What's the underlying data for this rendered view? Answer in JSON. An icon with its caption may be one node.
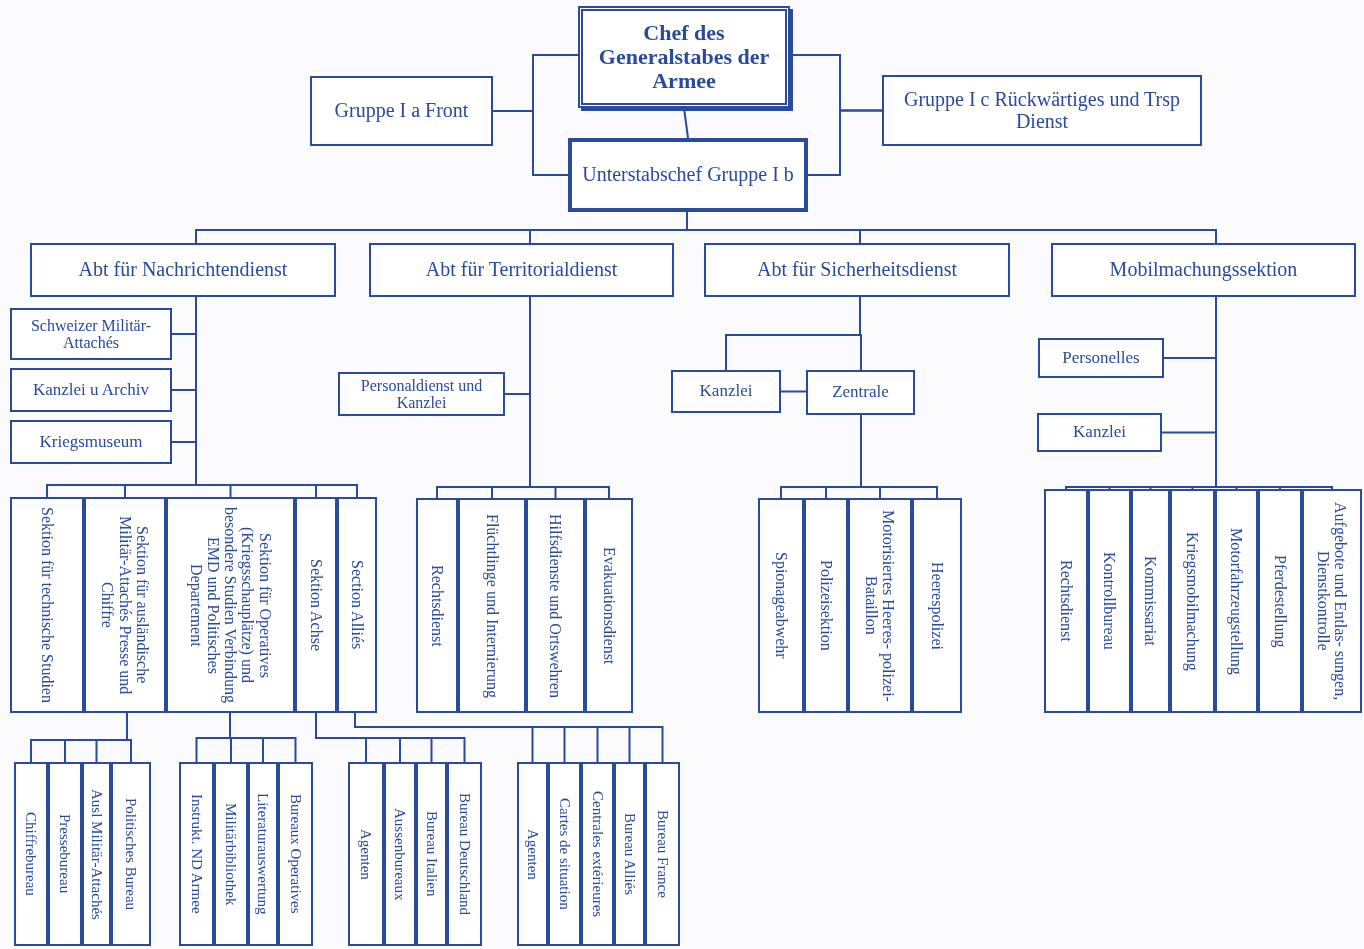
{
  "diagram": {
    "nodes": [
      {
        "text": [
          "Chef des Generalstabes der Armee"
        ]
      },
      {
        "text": [
          "Gruppe I a Front"
        ]
      },
      {
        "text": [
          "Gruppe I c Rückwärtiges und Trsp Dienst"
        ]
      },
      {
        "text": [
          "Unterstabschef Gruppe I b"
        ]
      },
      {
        "text": [
          "Abt für Nachrichtendienst"
        ]
      },
      {
        "text": [
          "Abt für Territorialdienst"
        ]
      },
      {
        "text": [
          "Abt für Sicherheitsdienst"
        ]
      },
      {
        "text": [
          "Mobilmachungssektion"
        ]
      },
      {
        "text": [
          "Schweizer Militär-Attachés"
        ]
      },
      {
        "text": [
          "Kanzlei u Archiv"
        ]
      },
      {
        "text": [
          "Kriegsmuseum"
        ]
      },
      {
        "text": [
          "Sektion für technische Studien"
        ]
      },
      {
        "text": [
          "Sektion für ausländische Militär-Attachés Presse und Chiffre"
        ]
      },
      {
        "text": [
          "Sektion für Operatives (Kriegsschauplätze) und besondere Studien Verbindung EMD und Politisches Departement"
        ]
      },
      {
        "text": [
          "Sektion Achse"
        ]
      },
      {
        "text": [
          "Section Alliés"
        ]
      },
      {
        "text": [
          "Personaldienst und Kanzlei"
        ]
      },
      {
        "text": [
          "Rechtsdienst"
        ]
      },
      {
        "text": [
          "Flüchtlinge und Internierung"
        ]
      },
      {
        "text": [
          "Hilfsdienste und Ortswehren"
        ]
      },
      {
        "text": [
          "Evakuationsdienst"
        ]
      },
      {
        "text": [
          "Kanzlei"
        ]
      },
      {
        "text": [
          "Zentrale"
        ]
      },
      {
        "text": [
          "Spionageabwehr"
        ]
      },
      {
        "text": [
          "Polizeisektion"
        ]
      },
      {
        "text": [
          "Motorisiertes Heeres- polizei-Bataillon"
        ]
      },
      {
        "text": [
          "Heerespolizei"
        ]
      },
      {
        "text": [
          "Personelles"
        ]
      },
      {
        "text": [
          "Kanzlei"
        ]
      },
      {
        "text": [
          "Rechtsdienst"
        ]
      },
      {
        "text": [
          "Kontrollbureau"
        ]
      },
      {
        "text": [
          "Kommissariat"
        ]
      },
      {
        "text": [
          "Kriegsmobilmachung"
        ]
      },
      {
        "text": [
          "Motorfahrzeugstellung"
        ]
      },
      {
        "text": [
          "Pferdestellung"
        ]
      },
      {
        "text": [
          "Aufgebote und Entlas- sungen, Dienstkontrolle"
        ]
      },
      {
        "text": [
          "Chiffrebureau"
        ]
      },
      {
        "text": [
          "Pressebureau"
        ]
      },
      {
        "text": [
          "Ausl Militär-Attachés"
        ]
      },
      {
        "text": [
          "Politisches Bureau"
        ]
      },
      {
        "text": [
          "Instrukt. ND Armee"
        ]
      },
      {
        "text": [
          "Militärbibliothek"
        ]
      },
      {
        "text": [
          "Literaturauswertung"
        ]
      },
      {
        "text": [
          "Bureaux Operatives"
        ]
      },
      {
        "text": [
          "Agenten"
        ]
      },
      {
        "text": [
          "Aussenbureaux"
        ]
      },
      {
        "text": [
          "Bureau Italien"
        ]
      },
      {
        "text": [
          "Bureau Deutschland"
        ]
      },
      {
        "text": [
          "Agenten"
        ]
      },
      {
        "text": [
          "Cartes de situation"
        ]
      },
      {
        "text": [
          "Centrales extérieures"
        ]
      },
      {
        "text": [
          "Bureau Alliés"
        ]
      },
      {
        "text": [
          "Bureau France"
        ]
      }
    ],
    "edges": [
      {
        "from": 0,
        "to": 1,
        "arrow": "none"
      },
      {
        "from": 0,
        "to": 2,
        "arrow": "none"
      },
      {
        "from": 0,
        "to": 3,
        "arrow": "none"
      },
      {
        "from": 1,
        "to": 3,
        "arrow": "none"
      },
      {
        "from": 2,
        "to": 3,
        "arrow": "none"
      },
      {
        "from": 3,
        "to": 4,
        "arrow": "none"
      },
      {
        "from": 3,
        "to": 5,
        "arrow": "none"
      },
      {
        "from": 3,
        "to": 6,
        "arrow": "none"
      },
      {
        "from": 3,
        "to": 7,
        "arrow": "none"
      },
      {
        "from": 4,
        "to": 8,
        "arrow": "none"
      },
      {
        "from": 4,
        "to": 9,
        "arrow": "none"
      },
      {
        "from": 4,
        "to": 10,
        "arrow": "none"
      },
      {
        "from": 4,
        "to": 11,
        "arrow": "none"
      },
      {
        "from": 4,
        "to": 12,
        "arrow": "none"
      },
      {
        "from": 4,
        "to": 13,
        "arrow": "none"
      },
      {
        "from": 4,
        "to": 14,
        "arrow": "none"
      },
      {
        "from": 4,
        "to": 15,
        "arrow": "none"
      },
      {
        "from": 5,
        "to": 16,
        "arrow": "none"
      },
      {
        "from": 5,
        "to": 17,
        "arrow": "none"
      },
      {
        "from": 5,
        "to": 18,
        "arrow": "none"
      },
      {
        "from": 5,
        "to": 19,
        "arrow": "none"
      },
      {
        "from": 5,
        "to": 20,
        "arrow": "none"
      },
      {
        "from": 6,
        "to": 21,
        "arrow": "none"
      },
      {
        "from": 6,
        "to": 22,
        "arrow": "none"
      },
      {
        "from": 21,
        "to": 22,
        "arrow": "none"
      },
      {
        "from": 22,
        "to": 23,
        "arrow": "none"
      },
      {
        "from": 22,
        "to": 24,
        "arrow": "none"
      },
      {
        "from": 22,
        "to": 25,
        "arrow": "none"
      },
      {
        "from": 22,
        "to": 26,
        "arrow": "none"
      },
      {
        "from": 7,
        "to": 27,
        "arrow": "none"
      },
      {
        "from": 7,
        "to": 28,
        "arrow": "none"
      },
      {
        "from": 7,
        "to": 29,
        "arrow": "none"
      },
      {
        "from": 7,
        "to": 30,
        "arrow": "none"
      },
      {
        "from": 7,
        "to": 31,
        "arrow": "none"
      },
      {
        "from": 7,
        "to": 32,
        "arrow": "none"
      },
      {
        "from": 7,
        "to": 33,
        "arrow": "none"
      },
      {
        "from": 7,
        "to": 34,
        "arrow": "none"
      },
      {
        "from": 7,
        "to": 35,
        "arrow": "none"
      },
      {
        "from": 12,
        "to": 36,
        "arrow": "none"
      },
      {
        "from": 12,
        "to": 37,
        "arrow": "none"
      },
      {
        "from": 12,
        "to": 38,
        "arrow": "none"
      },
      {
        "from": 12,
        "to": 39,
        "arrow": "none"
      },
      {
        "from": 13,
        "to": 40,
        "arrow": "none"
      },
      {
        "from": 13,
        "to": 41,
        "arrow": "none"
      },
      {
        "from": 13,
        "to": 42,
        "arrow": "none"
      },
      {
        "from": 13,
        "to": 43,
        "arrow": "none"
      },
      {
        "from": 14,
        "to": 44,
        "arrow": "none"
      },
      {
        "from": 14,
        "to": 45,
        "arrow": "none"
      },
      {
        "from": 14,
        "to": 46,
        "arrow": "none"
      },
      {
        "from": 14,
        "to": 47,
        "arrow": "none"
      },
      {
        "from": 15,
        "to": 48,
        "arrow": "none"
      },
      {
        "from": 15,
        "to": 49,
        "arrow": "none"
      },
      {
        "from": 15,
        "to": 50,
        "arrow": "none"
      },
      {
        "from": 15,
        "to": 51,
        "arrow": "none"
      },
      {
        "from": 15,
        "to": 52,
        "arrow": "none"
      }
    ]
  }
}
